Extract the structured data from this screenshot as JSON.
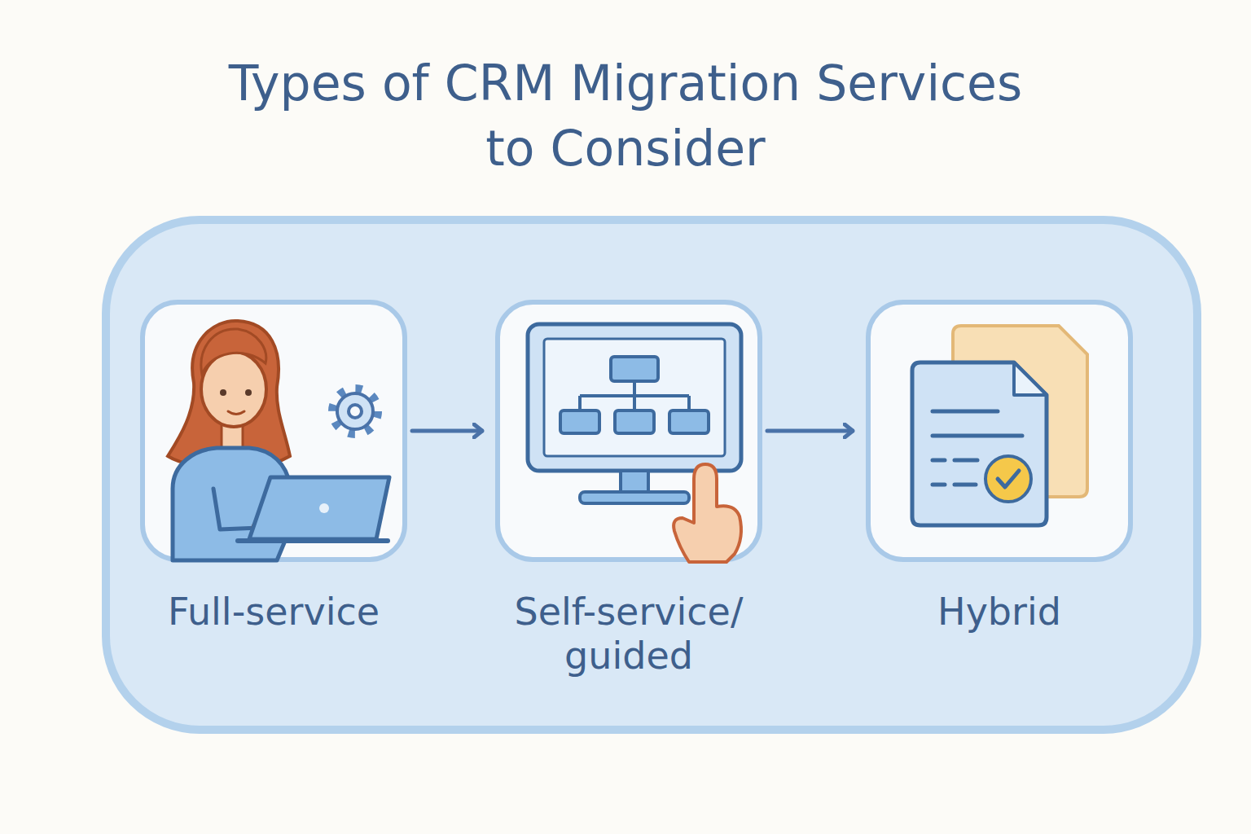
{
  "diagram": {
    "title": "Types of CRM Migration Services to Consider",
    "nodes": [
      {
        "text": [
          "Full-service"
        ]
      },
      {
        "text": [
          "Self-service/ guided"
        ]
      },
      {
        "text": [
          "Hybrid"
        ]
      }
    ],
    "edges": [
      {
        "from": 0,
        "to": 1,
        "arrow": "to"
      },
      {
        "from": 1,
        "to": 2,
        "arrow": "to"
      }
    ]
  }
}
